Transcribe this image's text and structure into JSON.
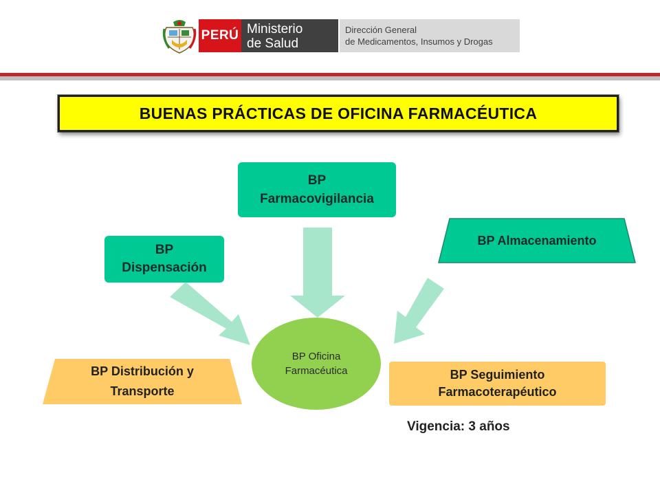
{
  "header": {
    "country": "PERÚ",
    "ministry_line1": "Ministerio",
    "ministry_line2": "de Salud",
    "direction_line1": "Dirección General",
    "direction_line2": "de Medicamentos, Insumos y Drogas"
  },
  "title": "BUENAS PRÁCTICAS DE OFICINA FARMACÉUTICA",
  "diagram": {
    "center": {
      "line1": "BP  Oficina",
      "line2": "Farmacéutica"
    },
    "farmacovigilancia": {
      "line1": "BP",
      "line2": "Farmacovigilancia"
    },
    "dispensacion": {
      "line1": "BP",
      "line2": "Dispensación"
    },
    "almacenamiento": "BP Almacenamiento",
    "distribucion": {
      "line1": "BP Distribución y",
      "line2": "Transporte"
    },
    "seguimiento": {
      "line1": "BP  Seguimiento",
      "line2": "Farmacoterapéutico"
    }
  },
  "footer_note": "Vigencia: 3 años",
  "colors": {
    "green_box": "#00c994",
    "center_circle": "#92d050",
    "orange_box": "#fecb66",
    "arrow": "#a8e6cc",
    "title_bg": "#ffff00",
    "accent_red": "#d7141a"
  }
}
